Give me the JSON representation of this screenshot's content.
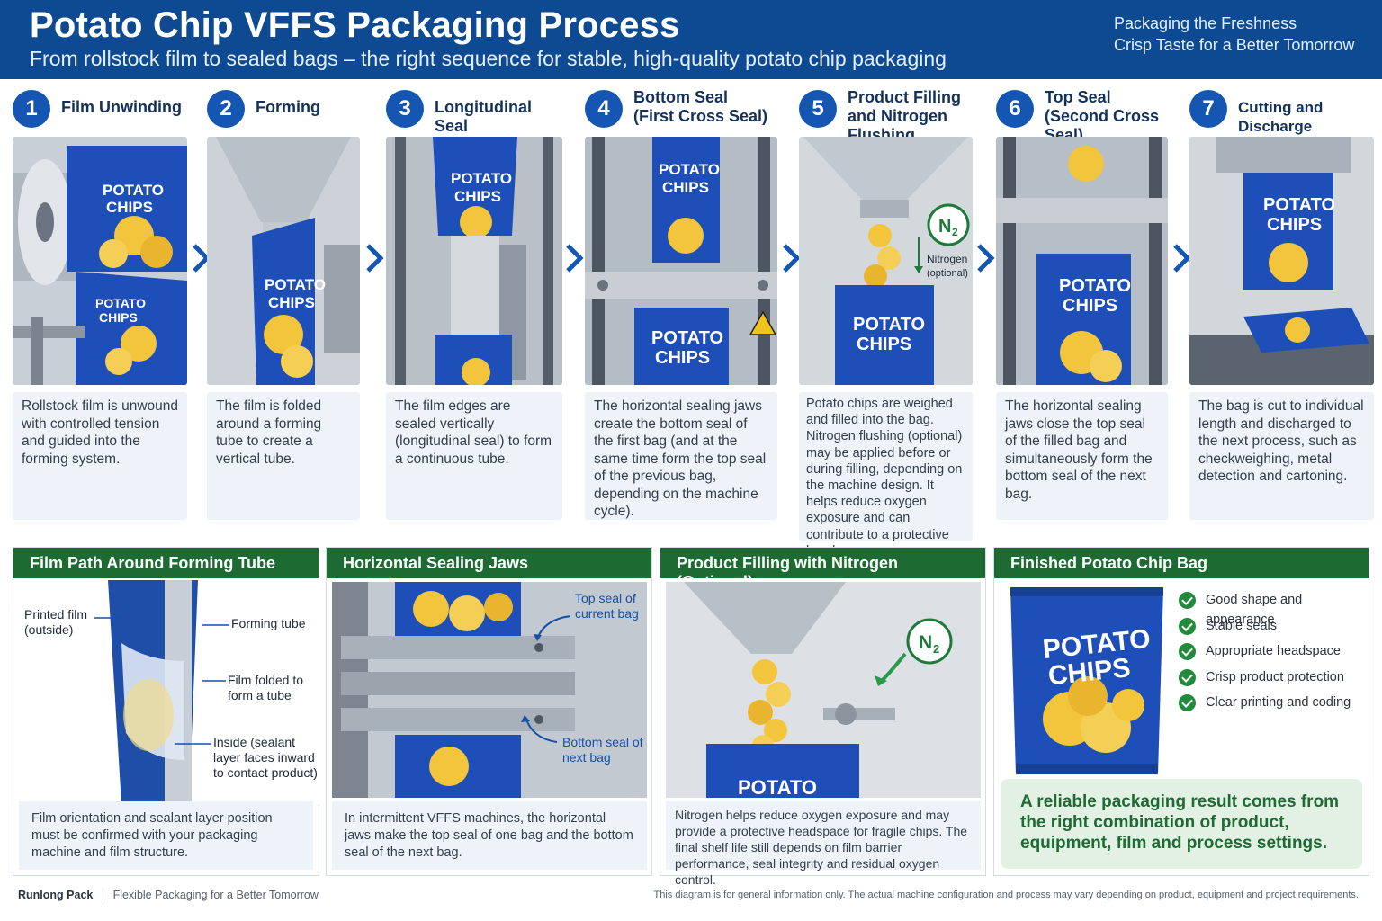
{
  "header": {
    "title": "Potato Chip VFFS Packaging Process",
    "subtitle": "From rollstock film to sealed bags – the right sequence for stable, high-quality potato chip packaging",
    "tagline_1": "Packaging the Freshness",
    "tagline_2": "Crisp Taste for a Better Tomorrow"
  },
  "steps": [
    {
      "number": "1",
      "title_line1": "Film Unwinding",
      "title_line2": "",
      "description": "Rollstock film is unwound with controlled tension and guided into the forming system."
    },
    {
      "number": "2",
      "title_line1": "Forming",
      "title_line2": "",
      "description": "The film is folded around a forming tube to create a vertical tube."
    },
    {
      "number": "3",
      "title_line1": "Longitudinal Seal",
      "title_line2": "",
      "description": "The film edges are sealed vertically (longitudinal seal) to form a continuous tube."
    },
    {
      "number": "4",
      "title_line1": "Bottom Seal",
      "title_line2": "(First Cross Seal)",
      "description": "The horizontal sealing jaws create the bottom seal of the first bag (and at the same time form the top seal of the previous bag, depending on the machine cycle)."
    },
    {
      "number": "5",
      "title_line1": "Product Filling",
      "title_line2": "and Nitrogen Flushing",
      "description": "Potato chips are weighed and filled into the bag. Nitrogen flushing (optional) may be applied before or during filling, depending on the machine design. It helps reduce oxygen exposure and can contribute to a protective headspace."
    },
    {
      "number": "6",
      "title_line1": "Top Seal",
      "title_line2": "(Second Cross Seal)",
      "description": "The horizontal sealing jaws close the top seal of the filled bag and simultaneously form the bottom seal of the next bag."
    },
    {
      "number": "7",
      "title_line1": "Cutting and Discharge",
      "title_line2": "",
      "description": "The bag is cut to individual length and discharged to the next process, such as checkweighing, metal detection and cartoning."
    }
  ],
  "bag_label": {
    "line1": "POTATO",
    "line2": "CHIPS"
  },
  "nitrogen": {
    "symbol": "N",
    "subscript": "2",
    "label": "Nitrogen",
    "note": "(optional)"
  },
  "panels": {
    "film_path": {
      "title": "Film Path Around Forming Tube",
      "callout_printed": "Printed film\n(outside)",
      "callout_tube": "Forming tube",
      "callout_folded": "Film folded to\nform a tube",
      "callout_inside": "Inside (sealant\nlayer faces inward\nto contact product)",
      "note": "Film orientation and sealant layer position must be confirmed with your packaging machine and film structure."
    },
    "sealing_jaws": {
      "title": "Horizontal Sealing Jaws",
      "callout_top": "Top seal of\ncurrent bag",
      "callout_bottom": "Bottom seal of\nnext bag",
      "note": "In intermittent VFFS machines, the horizontal jaws make the top seal of one bag and the bottom seal of the next bag."
    },
    "filling": {
      "title": "Product Filling with Nitrogen (Optional)",
      "bag_partial": "POTATO",
      "note": "Nitrogen helps reduce oxygen exposure and may provide a protective headspace for fragile chips. The final shelf life still depends on film barrier performance, seal integrity and residual oxygen control."
    },
    "finished": {
      "title": "Finished Potato Chip Bag",
      "checks": [
        "Good shape and appearance",
        "Stable seals",
        "Appropriate headspace",
        "Crisp product protection",
        "Clear printing and coding"
      ],
      "result": "A reliable packaging result comes from the right combination of product, equipment, film and process settings."
    }
  },
  "footer": {
    "brand": "Runlong Pack",
    "separator": "|",
    "slogan": "Flexible Packaging for a Better Tomorrow",
    "disclaimer": "This diagram is for general information only. The actual machine configuration and process may vary depending on product, equipment and project requirements."
  },
  "colors": {
    "header_blue": "#0d4a91",
    "step_blue": "#1656b3",
    "bag_blue": "#1e4fb8",
    "chip_yellow": "#f2c53d",
    "panel_green": "#1d6b33"
  }
}
